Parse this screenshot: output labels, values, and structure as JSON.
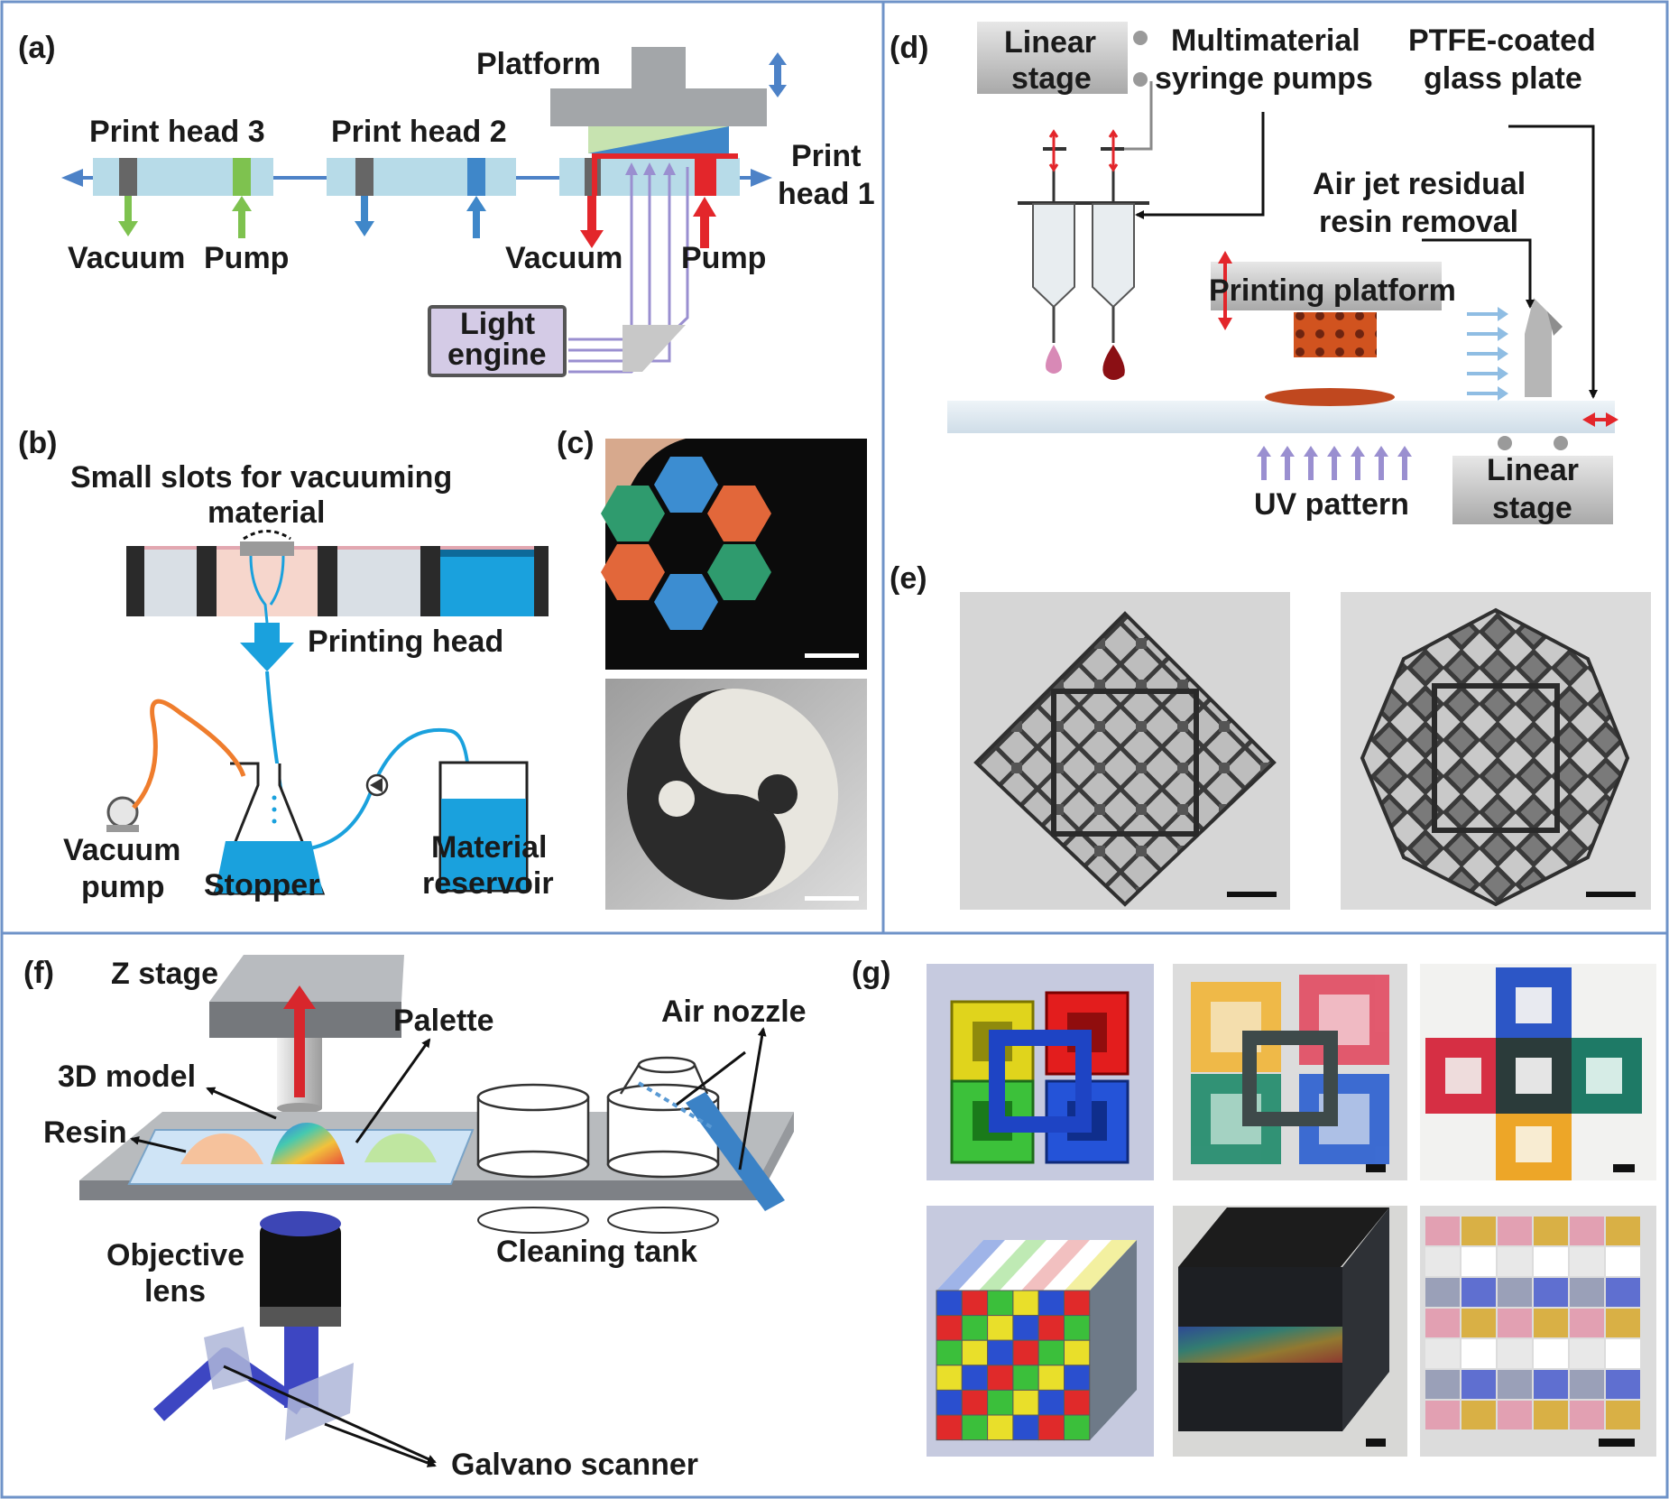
{
  "colors": {
    "frame": "#6f93c8",
    "belt": "#b7dbe8",
    "head3": "#7ec24f",
    "head2": "#3f87c9",
    "head1": "#e3262b",
    "uv": "#9a8fd0",
    "printer_bg": "#d9dfe5"
  },
  "a": {
    "panel": "(a)",
    "platform": "Platform",
    "head3": "Print head 3",
    "head2": "Print head 2",
    "head1_l1": "Print",
    "head1_l2": "head 1",
    "vacuum_left": "Vacuum",
    "pump_left": "Pump",
    "vacuum_right": "Vacuum",
    "pump_right": "Pump",
    "light_l1": "Light",
    "light_l2": "engine"
  },
  "b": {
    "panel": "(b)",
    "slots_l1": "Small slots for vacuuming",
    "slots_l2": "material",
    "printing_head": "Printing head",
    "vacuum_l1": "Vacuum",
    "vacuum_l2": "pump",
    "stopper": "Stopper",
    "reservoir_l1": "Material",
    "reservoir_l2": "reservoir"
  },
  "c": {
    "panel": "(c)"
  },
  "d": {
    "panel": "(d)",
    "linear_stage_top_l1": "Linear",
    "linear_stage_top_l2": "stage",
    "syringe_l1": "Multimaterial",
    "syringe_l2": "syringe pumps",
    "ptfe_l1": "PTFE-coated",
    "ptfe_l2": "glass plate",
    "airjet_l1": "Air jet residual",
    "airjet_l2": "resin removal",
    "printing_platform": "Printing platform",
    "uv_pattern": "UV pattern",
    "linear_stage_bottom_l1": "Linear",
    "linear_stage_bottom_l2": "stage"
  },
  "e": {
    "panel": "(e)"
  },
  "f": {
    "panel": "(f)",
    "z_stage": "Z stage",
    "palette": "Palette",
    "air_nozzle": "Air nozzle",
    "model": "3D model",
    "resin": "Resin",
    "objective_l1": "Objective",
    "objective_l2": "lens",
    "cleaning_tank": "Cleaning tank",
    "galvano": "Galvano scanner"
  },
  "g": {
    "panel": "(g)"
  }
}
